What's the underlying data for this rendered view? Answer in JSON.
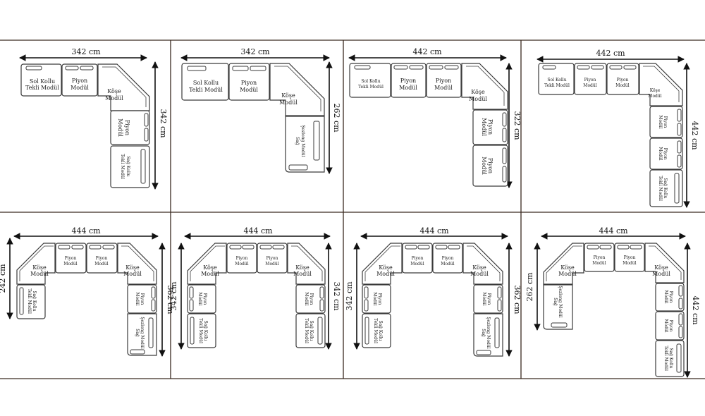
{
  "labels": {
    "sol_kollu": [
      "Sol Kollu",
      "Tekli Modül"
    ],
    "piyon": [
      "Piyon",
      "Modül"
    ],
    "kose": [
      "Köşe",
      "Modül"
    ],
    "sag_kollu": [
      "Sağ Kollu",
      "Tekli Modül"
    ],
    "sezlong": [
      "Şezlong Modül",
      "Sağ"
    ]
  },
  "panels": [
    {
      "id": "p1",
      "width_dim": "342 cm",
      "depth_dim": "342 cm"
    },
    {
      "id": "p2",
      "width_dim": "342 cm",
      "depth_dim": "262 cm"
    },
    {
      "id": "p3",
      "width_dim": "442 cm",
      "depth_dim": "322 cm"
    },
    {
      "id": "p4",
      "width_dim": "442 cm",
      "depth_dim": "442 cm"
    },
    {
      "id": "p5",
      "width_dim": "444 cm",
      "left_dim": "242 cm",
      "right_dim": "362 cm"
    },
    {
      "id": "p6",
      "width_dim": "444 cm",
      "left_dim": "342 cm",
      "right_dim": "342 cm"
    },
    {
      "id": "p7",
      "width_dim": "444 cm",
      "left_dim": "342 cm",
      "right_dim": "362 cm"
    },
    {
      "id": "p8",
      "width_dim": "444 cm",
      "left_dim": "262 cm",
      "right_dim": "442 cm"
    }
  ]
}
